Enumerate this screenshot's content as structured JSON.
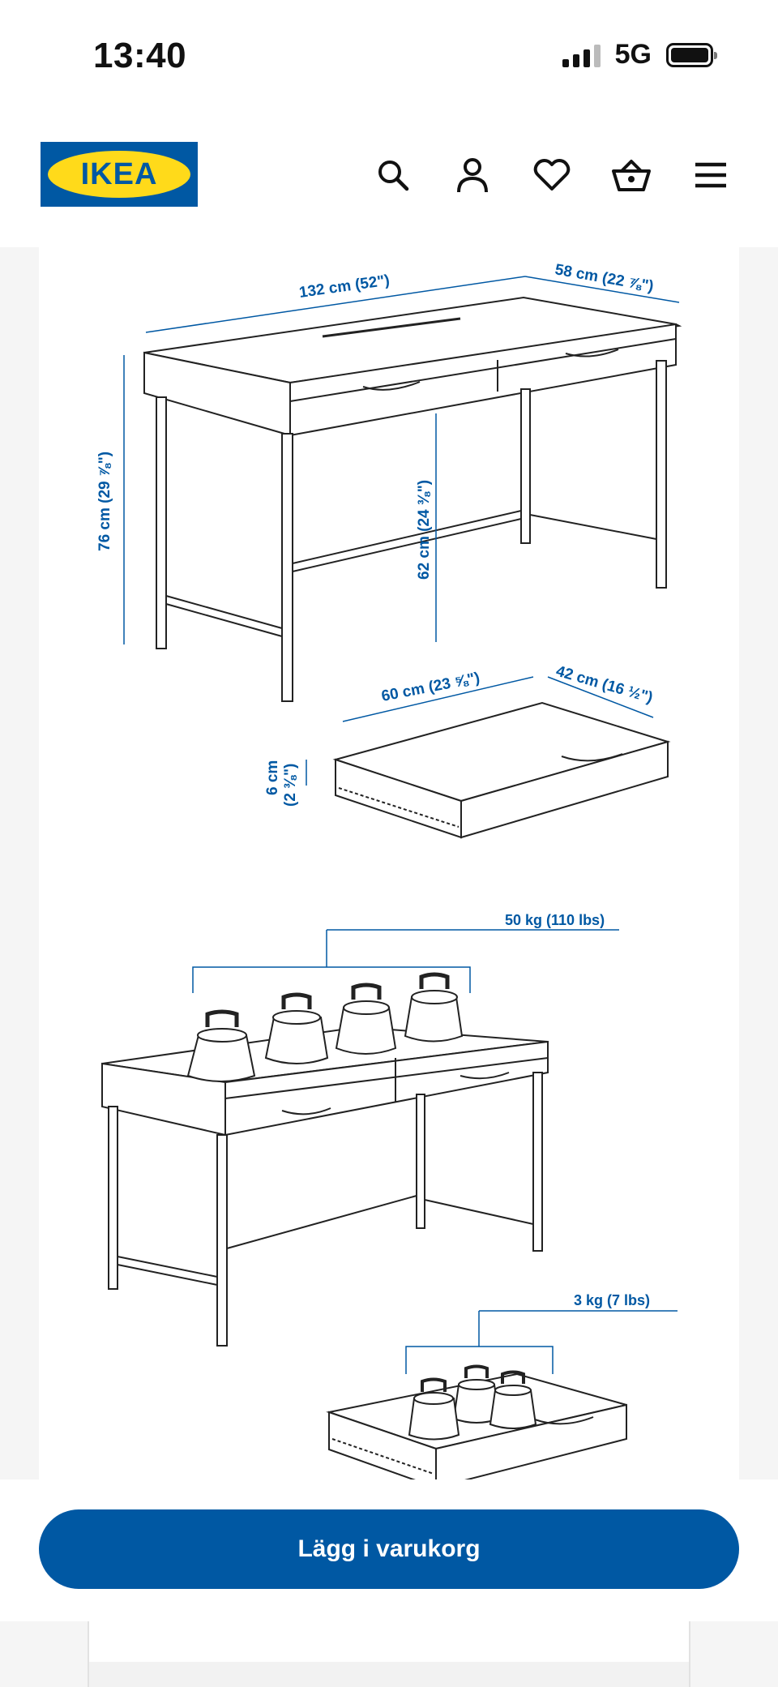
{
  "status_bar": {
    "time": "13:40",
    "network": "5G",
    "icons": [
      "signal-icon",
      "battery-icon"
    ]
  },
  "header": {
    "logo_text": "IKEA",
    "icons": [
      "search-icon",
      "account-icon",
      "heart-icon",
      "basket-icon",
      "menu-icon"
    ],
    "colors": {
      "brand_blue": "#0058a3",
      "brand_yellow": "#ffda1a"
    }
  },
  "gallery": {
    "desk_dimensions": {
      "width": "132 cm (52\")",
      "depth": "58 cm (22 ⅞\")",
      "height": "76 cm (29 ⅞\")",
      "leg_clearance": "62 cm (24 ⅜\")"
    },
    "drawer_dimensions": {
      "width": "60 cm (23 ⅝\")",
      "depth": "42 cm (16 ½\")",
      "height_cm": "6 cm",
      "height_in": "(2 ⅜\")"
    },
    "load_limits": {
      "tabletop": "50 kg (110 lbs)",
      "drawer": "3 kg (7 lbs)"
    }
  },
  "cta": {
    "label": "Lägg i varukorg",
    "color": "#0058a3"
  }
}
